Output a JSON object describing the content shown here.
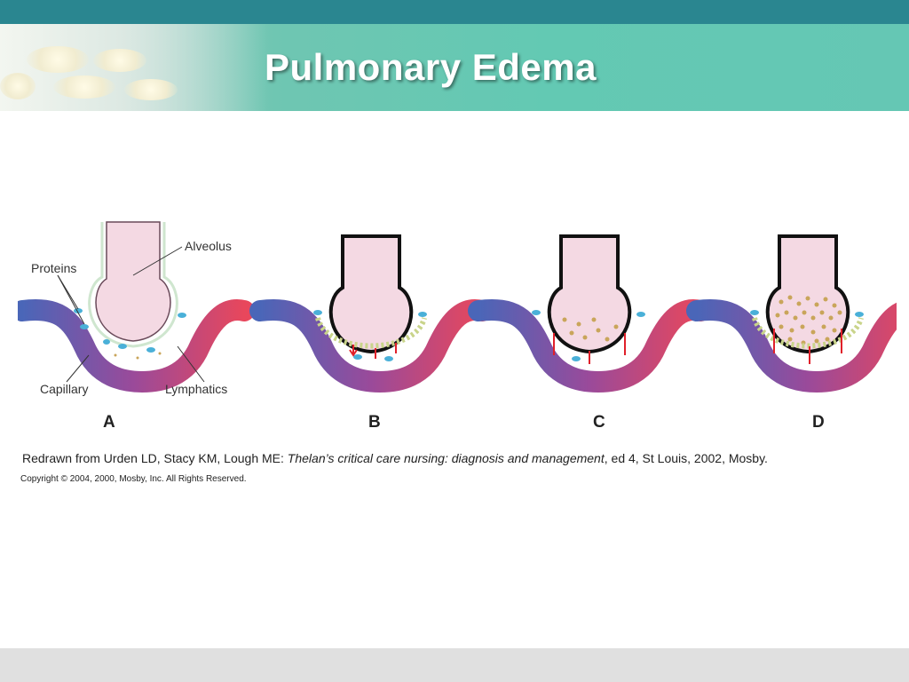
{
  "slide": {
    "title": "Pulmonary Edema"
  },
  "banner": {
    "photo_icon": "operating-lamp-photo"
  },
  "diagram": {
    "labels": {
      "alveolus": "Alveolus",
      "proteins": "Proteins",
      "capillary": "Capillary",
      "lymphatics": "Lymphatics"
    },
    "panels": [
      "A",
      "B",
      "C",
      "D"
    ],
    "colors": {
      "alveolus_fill": "#f4d9e3",
      "capillary_start": "#4a66b8",
      "capillary_end": "#e8475c",
      "protein": "#4ab0d8",
      "fluid_dot": "#c9a55a",
      "leak_arrow": "#e0202a"
    }
  },
  "citation": {
    "prefix": "Redrawn from Urden LD, Stacy KM, Lough ME: ",
    "title": "Thelan’s critical care nursing: diagnosis and management",
    "suffix": ", ed 4, St Louis, 2002, Mosby."
  },
  "copyright": "Copyright © 2004, 2000, Mosby, Inc. All Rights Reserved."
}
